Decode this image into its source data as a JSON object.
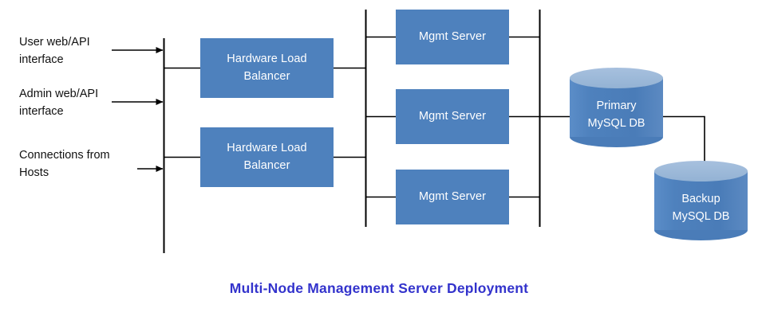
{
  "diagram": {
    "title": "Multi-Node Management Server Deployment",
    "title_color": "#3333CC",
    "node_fill_color": "#4E81BD",
    "cylinder_top_color": "#95B3D7",
    "connector_color": "#000000",
    "background_color": "#FFFFFF"
  },
  "inputs": [
    {
      "line1": "User web/API",
      "line2": "interface"
    },
    {
      "line1": "Admin web/API",
      "line2": "interface"
    },
    {
      "line1": "Connections from",
      "line2": "Hosts"
    }
  ],
  "load_balancers": [
    {
      "line1": "Hardware Load",
      "line2": "Balancer"
    },
    {
      "line1": "Hardware Load",
      "line2": "Balancer"
    }
  ],
  "mgmt_servers": [
    {
      "label": "Mgmt Server"
    },
    {
      "label": "Mgmt Server"
    },
    {
      "label": "Mgmt Server"
    }
  ],
  "databases": [
    {
      "line1": "Primary",
      "line2": "MySQL DB"
    },
    {
      "line1": "Backup",
      "line2": "MySQL DB"
    }
  ]
}
